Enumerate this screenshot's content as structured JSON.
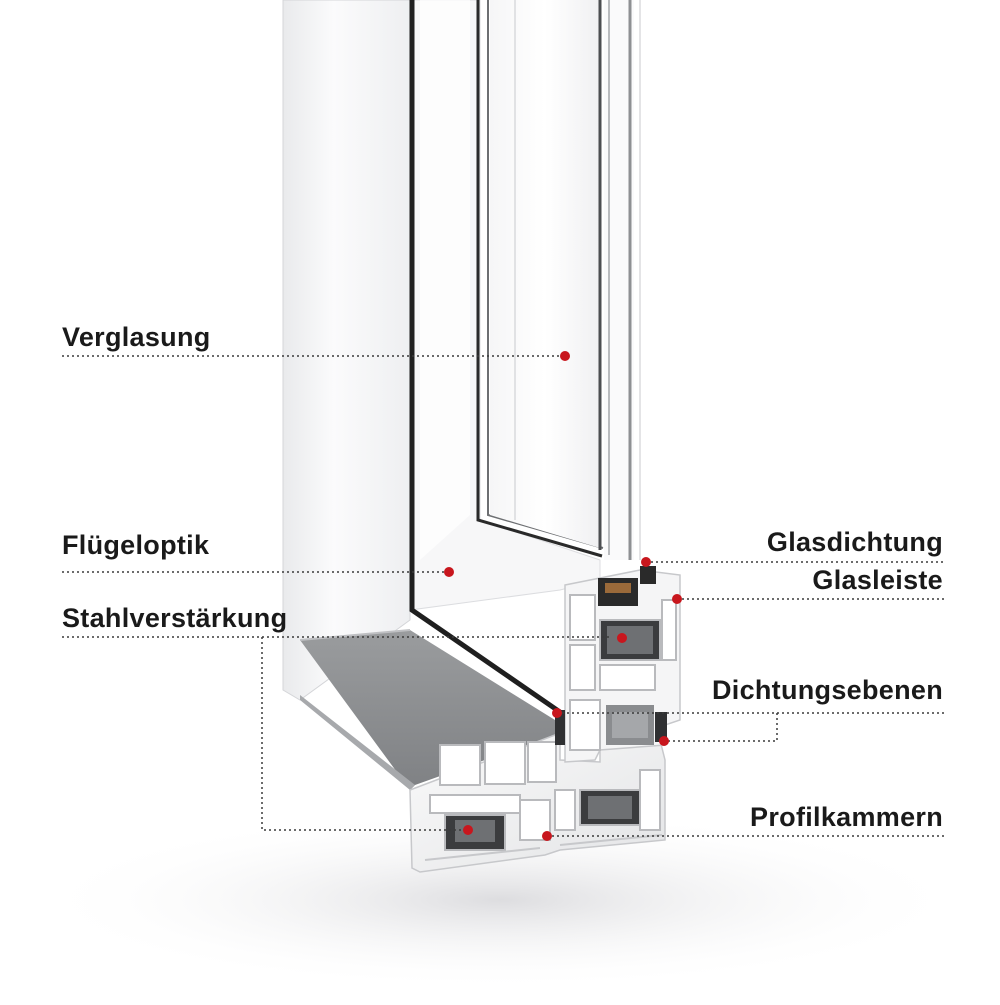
{
  "labels": {
    "verglasung": "Verglasung",
    "fluegeloptik": "Flügeloptik",
    "stahlverstaerkung": "Stahlverstärkung",
    "glasdichtung": "Glasdichtung",
    "glasleiste": "Glasleiste",
    "dichtungsebenen": "Dichtungsebenen",
    "profilkammern": "Profilkammern"
  },
  "colors": {
    "marker": "#c8161d",
    "leader": "#333333",
    "frame_white": "#f4f4f5",
    "sill_grey": "#8c8e90",
    "gasket_black": "#2a2a2a",
    "steel_grey": "#7a7c7e"
  }
}
